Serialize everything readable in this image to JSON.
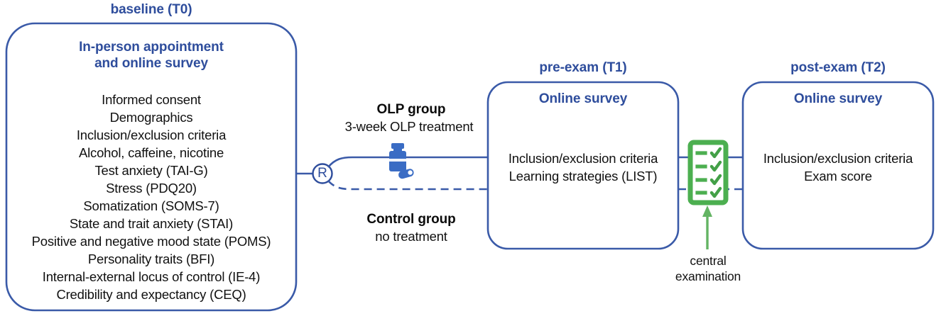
{
  "figure": {
    "kind": "study-flow-diagram",
    "colors": {
      "blue": "#3a5aa8",
      "blue_dark": "#2e4d9c",
      "green": "#4caf50",
      "green_dark": "#43a047",
      "text": "#111111",
      "background": "#ffffff"
    }
  },
  "phases": {
    "baseline": {
      "label": "baseline (T0)",
      "heading_line1": "In-person appointment",
      "heading_line2": "and online survey",
      "items": [
        "Informed consent",
        "Demographics",
        "Inclusion/exclusion criteria",
        "Alcohol, caffeine, nicotine",
        "Test anxiety (TAI-G)",
        "Stress (PDQ20)",
        "Somatization (SOMS-7)",
        "State and trait anxiety (STAI)",
        "Positive and negative mood state (POMS)",
        "Personality traits (BFI)",
        "Internal-external locus of control (IE-4)",
        "Credibility and expectancy (CEQ)"
      ]
    },
    "pre_exam": {
      "label": "pre-exam (T1)",
      "heading": "Online survey",
      "items": [
        "Inclusion/exclusion criteria",
        "Learning strategies (LIST)"
      ]
    },
    "post_exam": {
      "label": "post-exam (T2)",
      "heading": "Online survey",
      "items": [
        "Inclusion/exclusion criteria",
        "Exam score"
      ]
    }
  },
  "randomization": {
    "node_label": "R",
    "node_meaning": "randomization"
  },
  "arms": {
    "treatment": {
      "title": "OLP group",
      "subtitle": "3-week OLP treatment",
      "icon": "pill-bottle-icon",
      "line_style": "solid"
    },
    "control": {
      "title": "Control group",
      "subtitle": "no treatment",
      "line_style": "dashed"
    }
  },
  "central_examination": {
    "icon": "checklist-icon",
    "checklist_rows": 4,
    "caption_line1": "central",
    "caption_line2": "examination",
    "arrow": "arrow-up-icon"
  }
}
